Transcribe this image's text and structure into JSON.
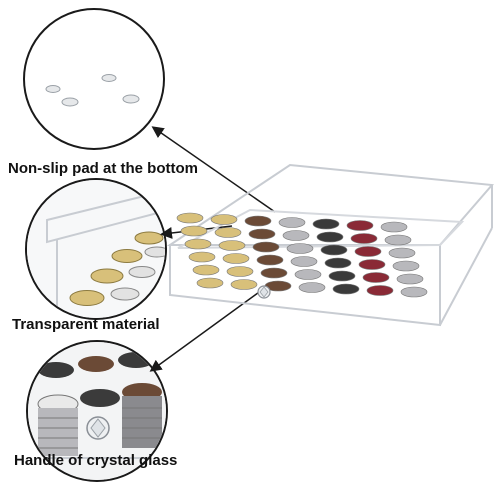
{
  "callouts": [
    {
      "caption": "Non-slip pad at the bottom"
    },
    {
      "caption": "Transparent material"
    },
    {
      "caption": "Handle of crystal glass"
    }
  ],
  "colors": {
    "outline": "#1a1a1a",
    "acrylic_edge": "#c8ccd2",
    "pod_silver": "#b8b8bc",
    "pod_gold": "#d8c07a",
    "pod_brown": "#6b4a36",
    "pod_red": "#8a2a36",
    "pod_dark": "#3a3a3a"
  },
  "icons": [
    "non-slip-pad-icon",
    "crystal-handle-icon",
    "arrow-pointer-icon"
  ]
}
